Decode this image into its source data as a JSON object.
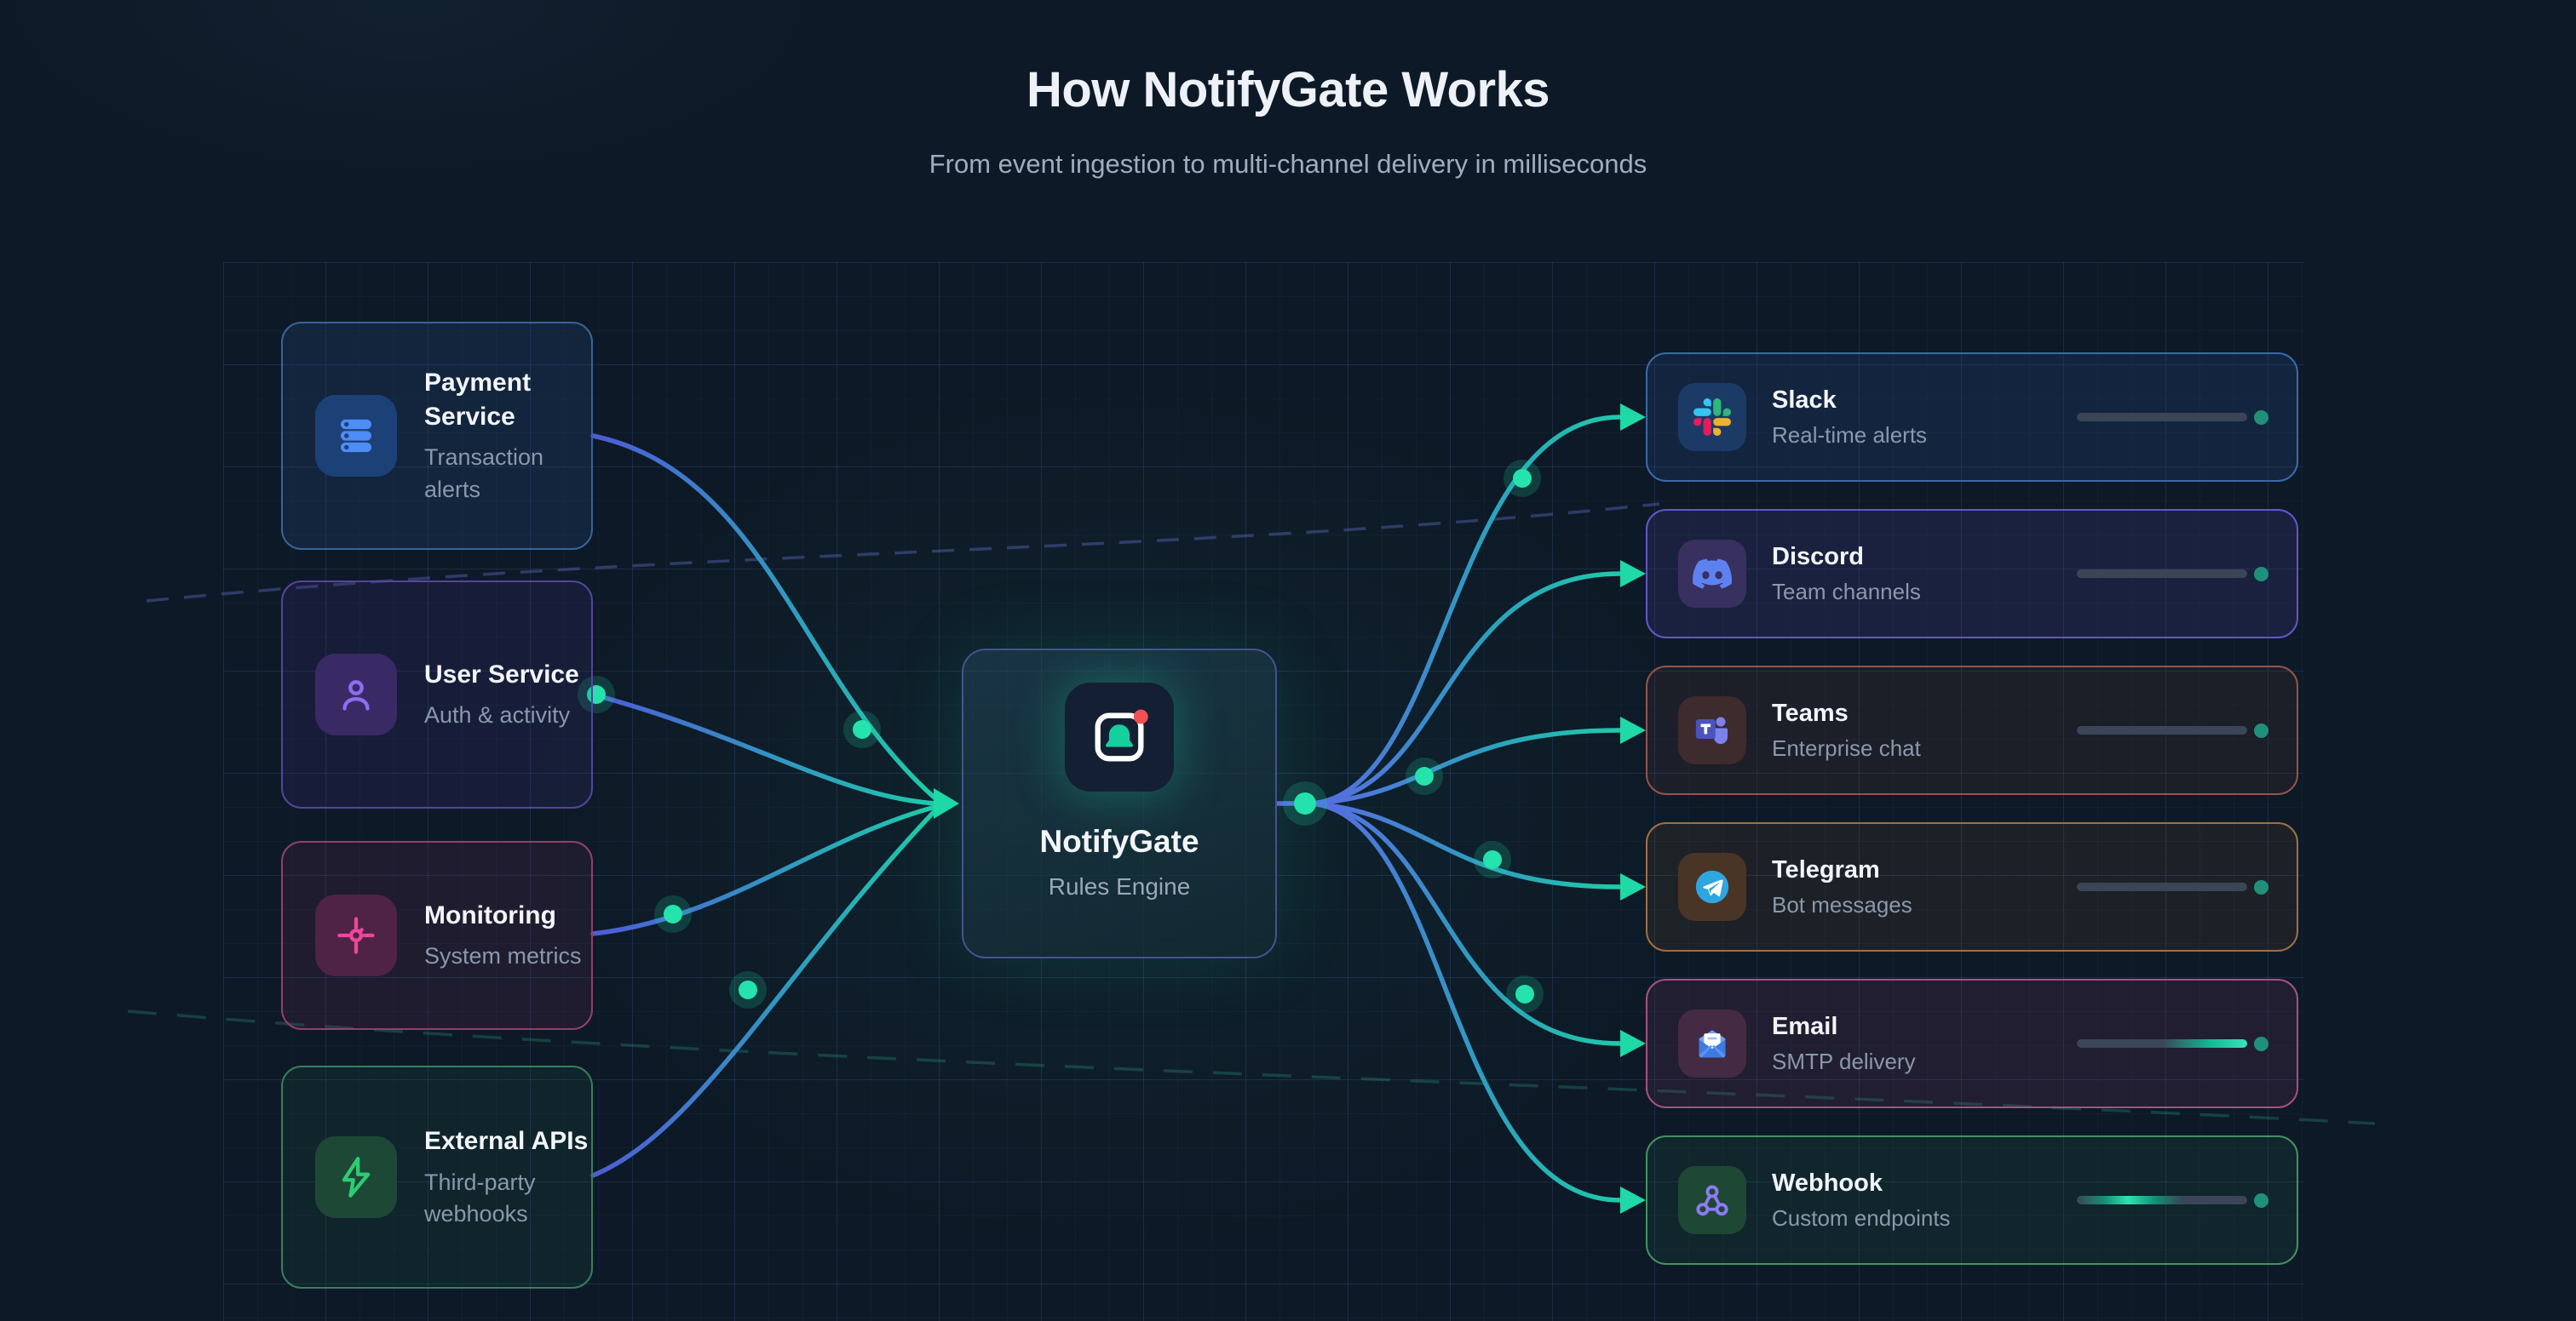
{
  "header": {
    "title": "How NotifyGate Works",
    "subtitle": "From event ingestion to multi-channel delivery in milliseconds"
  },
  "sources": [
    {
      "title": "Payment Service",
      "subtitle": "Transaction alerts",
      "icon": "server-stack-icon",
      "accent": "#4e8cf6"
    },
    {
      "title": "User Service",
      "subtitle": "Auth & activity",
      "icon": "user-icon",
      "accent": "#8f6df2"
    },
    {
      "title": "Monitoring",
      "subtitle": "System metrics",
      "icon": "crosshair-icon",
      "accent": "#f0459c"
    },
    {
      "title": "External APIs",
      "subtitle": "Third-party webhooks",
      "icon": "lightning-bolt-icon",
      "accent": "#2ecc71"
    }
  ],
  "engine": {
    "title": "NotifyGate",
    "subtitle": "Rules Engine",
    "icon": "notification-bell-app-icon"
  },
  "destinations": [
    {
      "title": "Slack",
      "subtitle": "Real-time alerts",
      "icon": "slack-icon",
      "delivery_bar": "idle"
    },
    {
      "title": "Discord",
      "subtitle": "Team channels",
      "icon": "discord-icon",
      "delivery_bar": "idle"
    },
    {
      "title": "Teams",
      "subtitle": "Enterprise chat",
      "icon": "teams-icon",
      "delivery_bar": "idle"
    },
    {
      "title": "Telegram",
      "subtitle": "Bot messages",
      "icon": "telegram-icon",
      "delivery_bar": "idle"
    },
    {
      "title": "Email",
      "subtitle": "SMTP delivery",
      "icon": "email-icon",
      "delivery_bar": "active-right"
    },
    {
      "title": "Webhook",
      "subtitle": "Custom endpoints",
      "icon": "webhook-icon",
      "delivery_bar": "active-mid-left"
    }
  ],
  "colors": {
    "background": "#0d1926",
    "flow_gradient_start": "#4e5bd8",
    "flow_gradient_end": "#1bd3a5",
    "packet_dot": "#24e3ad",
    "status_dot": "#20907a",
    "title_text": "#f2f5fa",
    "subtitle_text": "#8a98ab"
  }
}
